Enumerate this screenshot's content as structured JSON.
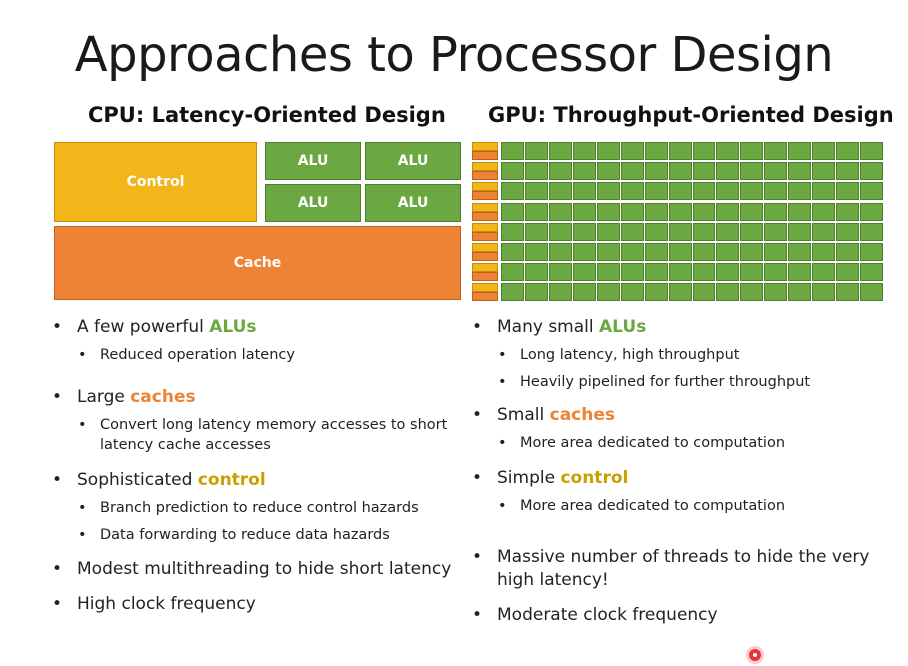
{
  "slide": {
    "title": "Approaches to Processor Design"
  },
  "cpu": {
    "heading": "CPU: Latency-Oriented Design",
    "diagram": {
      "control_label": "Control",
      "alu_labels": [
        "ALU",
        "ALU",
        "ALU",
        "ALU"
      ],
      "cache_label": "Cache"
    },
    "bullets": [
      {
        "pre": "A few powerful ",
        "kw": "ALUs",
        "kw_type": "alu",
        "post": "",
        "subs": [
          "Reduced operation latency"
        ]
      },
      {
        "pre": "Large ",
        "kw": "caches",
        "kw_type": "cache",
        "post": "",
        "subs": [
          "Convert long latency memory accesses to short latency cache accesses"
        ]
      },
      {
        "pre": "Sophisticated ",
        "kw": "control",
        "kw_type": "ctrl",
        "post": "",
        "subs": [
          "Branch prediction to reduce control hazards",
          "Data forwarding to reduce data hazards"
        ]
      },
      {
        "pre": "Modest multithreading to hide short latency",
        "kw": "",
        "kw_type": "",
        "post": "",
        "subs": []
      },
      {
        "pre": "High clock frequency",
        "kw": "",
        "kw_type": "",
        "post": "",
        "subs": []
      }
    ]
  },
  "gpu": {
    "heading": "GPU: Throughput-Oriented Design",
    "diagram": {
      "rows": 8,
      "alus_per_row": 16
    },
    "bullets": [
      {
        "pre": "Many small ",
        "kw": "ALUs",
        "kw_type": "alu",
        "post": "",
        "subs": [
          "Long latency, high throughput",
          "Heavily pipelined for further throughput"
        ]
      },
      {
        "pre": "Small ",
        "kw": "caches",
        "kw_type": "cache",
        "post": "",
        "subs": [
          "More area dedicated to computation"
        ]
      },
      {
        "pre": "Simple ",
        "kw": "control",
        "kw_type": "ctrl",
        "post": "",
        "subs": [
          "More area dedicated to computation"
        ]
      },
      {
        "pre": "Massive number of threads to hide the very high latency!",
        "kw": "",
        "kw_type": "",
        "post": "",
        "subs": []
      },
      {
        "pre": "Moderate clock frequency",
        "kw": "",
        "kw_type": "",
        "post": "",
        "subs": []
      }
    ]
  },
  "colors": {
    "alu": "#6ba842",
    "cache": "#ee8235",
    "control": "#f2b51a"
  }
}
